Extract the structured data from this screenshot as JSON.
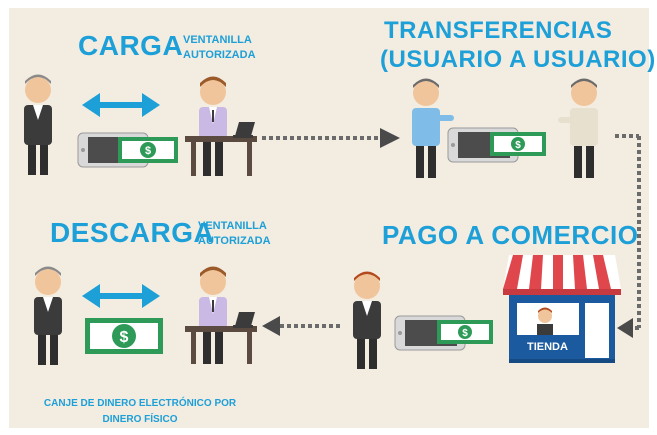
{
  "sections": {
    "carga": {
      "title": "CARGA",
      "subtitle_line1": "VENTANILLA",
      "subtitle_line2": "AUTORIZADA"
    },
    "transferencias": {
      "title_line1": "TRANSFERENCIAS",
      "title_line2": "(USUARIO A USUARIO)"
    },
    "descarga": {
      "title": "DESCARGA",
      "subtitle_line1": "VENTANILLA",
      "subtitle_line2": "AUTORIZADA"
    },
    "pago": {
      "title": "PAGO  A COMERCIO",
      "store_label": "TIENDA"
    }
  },
  "footnote": {
    "line1": "CANJE DE DINERO ELECTRÓNICO POR",
    "line2": "DINERO FÍSICO"
  },
  "colors": {
    "accent": "#1d9fd8",
    "background": "#f3ece1",
    "money": "#2e9a57",
    "awning": "#e0474c",
    "store": "#1b5a9e"
  },
  "icons": [
    "person-icon",
    "clerk-icon",
    "phone-icon",
    "banknote-icon",
    "double-arrow-icon",
    "dotted-arrow-icon",
    "store-icon",
    "laptop-icon",
    "dollar-icon"
  ]
}
